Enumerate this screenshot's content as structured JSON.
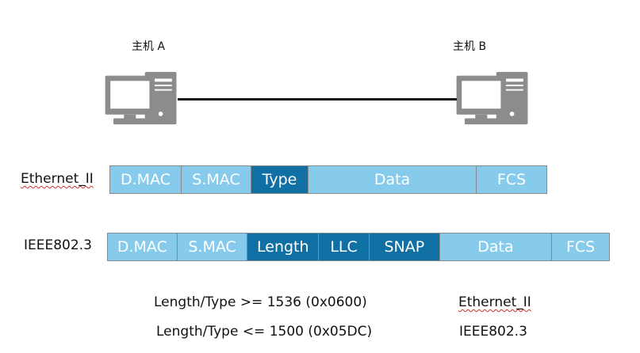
{
  "hosts": {
    "a": {
      "label": "主机 A"
    },
    "b": {
      "label": "主机 B"
    }
  },
  "colors": {
    "field_light": "#86cbec",
    "field_dark": "#1070a4",
    "computer_body": "#8c8c8c",
    "cable": "#111111"
  },
  "frames": {
    "ethernet_ii": {
      "name": "Ethernet_II",
      "fields": [
        {
          "label": "D.MAC",
          "style": "light"
        },
        {
          "label": "S.MAC",
          "style": "light"
        },
        {
          "label": "Type",
          "style": "dark"
        },
        {
          "label": "Data",
          "style": "light"
        },
        {
          "label": "FCS",
          "style": "light"
        }
      ]
    },
    "ieee8023": {
      "name": "IEEE802.3",
      "fields": [
        {
          "label": "D.MAC",
          "style": "light"
        },
        {
          "label": "S.MAC",
          "style": "light"
        },
        {
          "label": "Length",
          "style": "dark"
        },
        {
          "label": "LLC",
          "style": "dark"
        },
        {
          "label": "SNAP",
          "style": "dark"
        },
        {
          "label": "Data",
          "style": "light"
        },
        {
          "label": "FCS",
          "style": "light"
        }
      ]
    }
  },
  "notes": [
    {
      "condition": "Length/Type >= 1536 (0x0600)",
      "result": "Ethernet_II"
    },
    {
      "condition": "Length/Type <= 1500 (0x05DC)",
      "result": "IEEE802.3"
    }
  ]
}
